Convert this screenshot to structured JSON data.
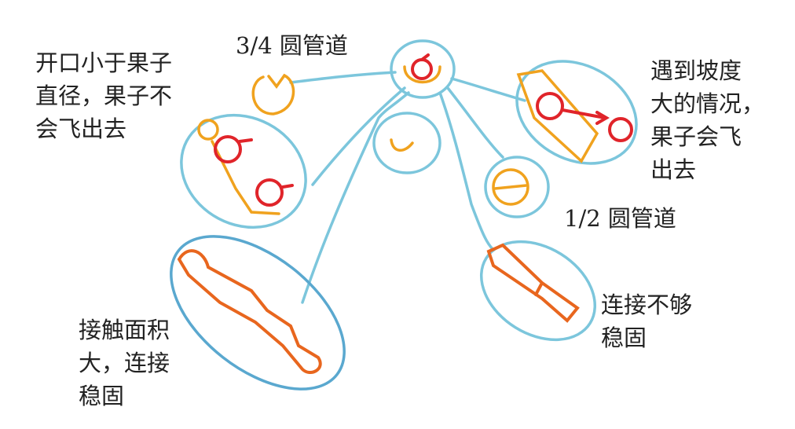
{
  "labels": {
    "three_quarter_pipe": "3/4 圆管道",
    "half_pipe": "1/2 圆管道",
    "small_opening": [
      "开口小于果子",
      "直径，果子不",
      "会飞出去"
    ],
    "steep_slope": [
      "遇到坡度",
      "大的情况，",
      "果子会飞",
      "出去"
    ],
    "large_contact": [
      "接触面积",
      "大，连接",
      "稳固"
    ],
    "weak_connection": [
      "连接不够",
      "稳固"
    ]
  },
  "colors": {
    "outline": "#7cc6dc",
    "pipe": "#f0a21e",
    "fruit": "#e0242a",
    "tube": "#e8661e"
  }
}
